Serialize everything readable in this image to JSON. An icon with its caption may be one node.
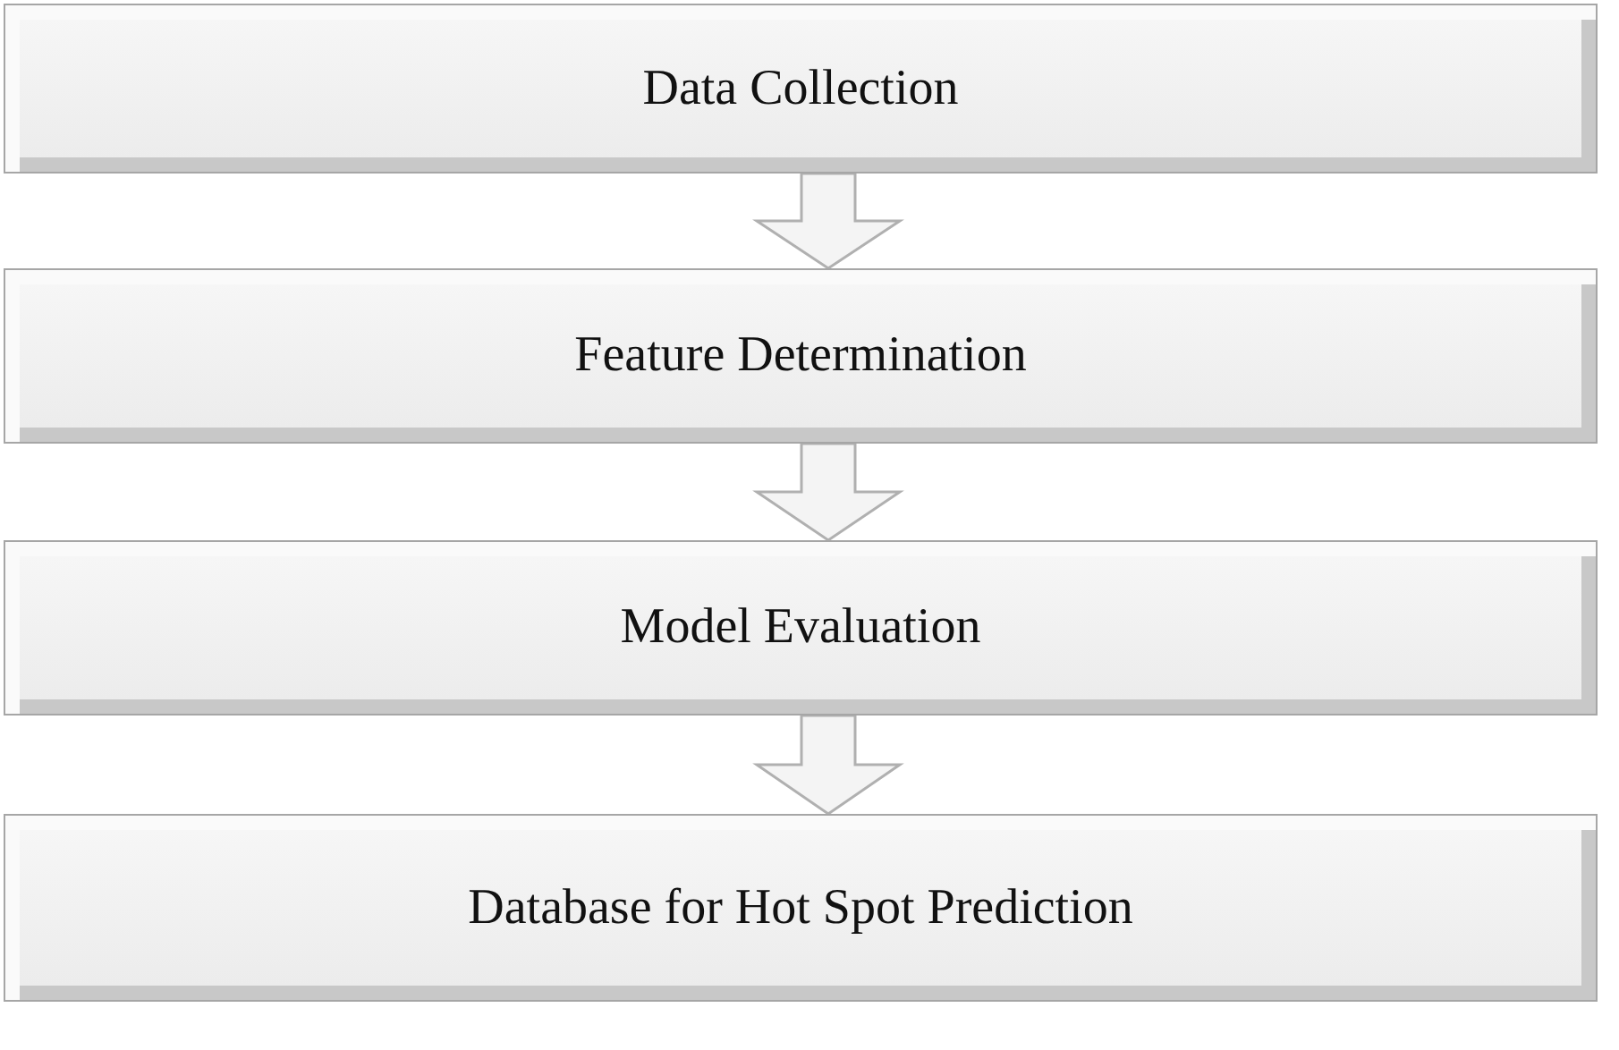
{
  "diagram": {
    "nodes": [
      {
        "text": [
          "Data Collection"
        ]
      },
      {
        "text": [
          "Feature Determination"
        ]
      },
      {
        "text": [
          "Model Evaluation"
        ]
      },
      {
        "text": [
          "Database for Hot Spot Prediction"
        ]
      }
    ],
    "edges": [
      {
        "from": 0,
        "to": 1,
        "arrow": "to"
      },
      {
        "from": 1,
        "to": 2,
        "arrow": "to"
      },
      {
        "from": 2,
        "to": 3,
        "arrow": "to"
      }
    ]
  }
}
